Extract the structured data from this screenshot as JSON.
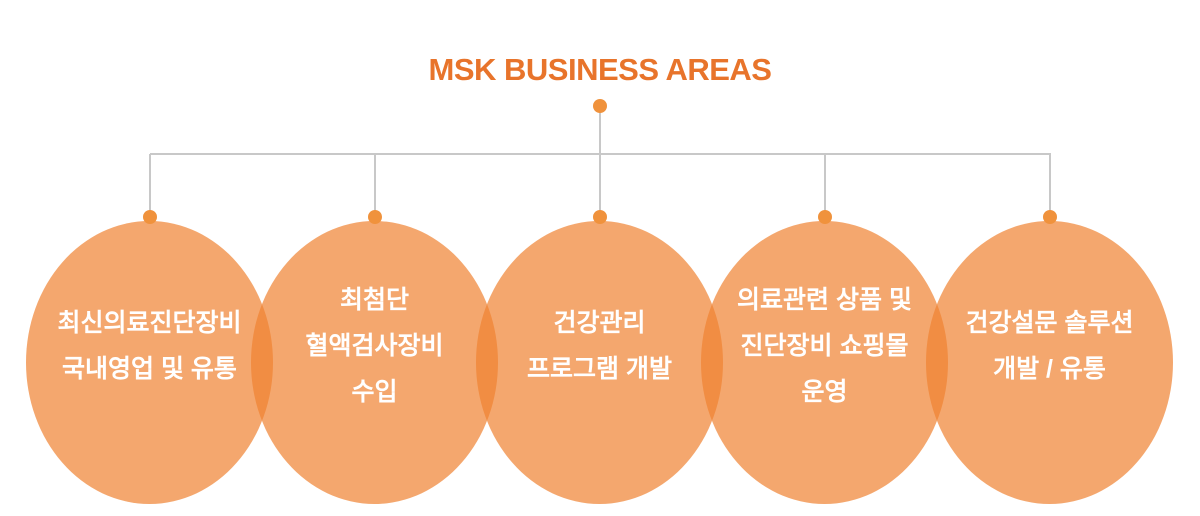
{
  "title": "MSK BUSINESS AREAS",
  "colors": {
    "title_text": "#E8742B",
    "connector_line": "#C8C8C8",
    "connector_dot": "#F0923C",
    "bubble_fill": "rgba(239,130,49,0.70)",
    "bubble_text": "#FFFFFF",
    "background": "#FFFFFF"
  },
  "nodes": [
    {
      "lines": [
        "최신의료진단장비",
        "국내영업 및 유통"
      ]
    },
    {
      "lines": [
        "최첨단",
        "혈액검사장비",
        "수입"
      ]
    },
    {
      "lines": [
        "건강관리",
        "프로그램 개발"
      ]
    },
    {
      "lines": [
        "의료관련 상품 및",
        "진단장비 쇼핑몰",
        "운영"
      ]
    },
    {
      "lines": [
        "건강설문 솔루션",
        "개발 / 유통"
      ]
    }
  ]
}
